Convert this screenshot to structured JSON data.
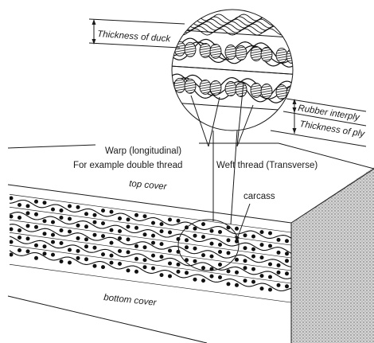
{
  "labels": {
    "thickness_of_duck": "Thickness of duck",
    "rubber_interply": "Rubber interply",
    "thickness_of_ply": "Thickness of ply",
    "warp": "Warp (longitudinal)",
    "double_thread": "For example double thread",
    "weft": "Weft thread (Transverse)",
    "top_cover": "top cover",
    "carcass": "carcass",
    "bottom_cover": "bottom cover"
  }
}
